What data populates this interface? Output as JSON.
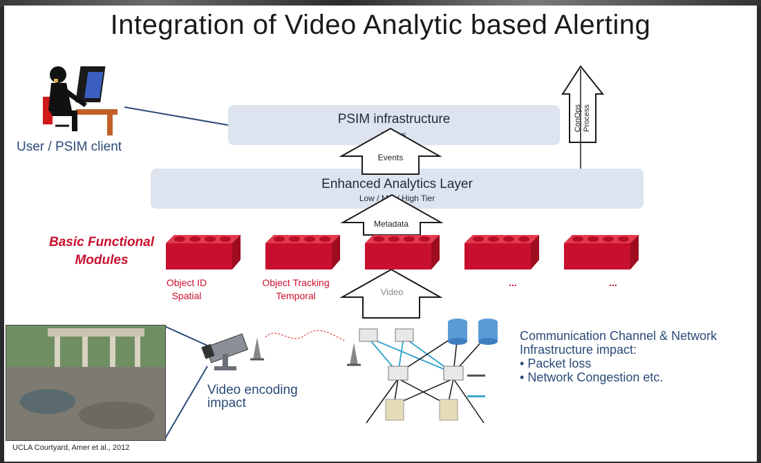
{
  "title": "Integration of Video Analytic based Alerting",
  "user": {
    "label": "User / PSIM client"
  },
  "psim": {
    "title": "PSIM infrastructure",
    "subtitle": "Vidsys"
  },
  "conops": {
    "line1": "ConOps",
    "line2": "Process"
  },
  "analytics": {
    "title": "Enhanced Analytics Layer",
    "subtitle": "Low / Mid / High Tier"
  },
  "arrows": {
    "events": "Events",
    "metadata": "Metadata",
    "video": "Video"
  },
  "modules": {
    "heading": "Basic Functional Modules",
    "items": [
      {
        "line1": "Object ID",
        "line2": "Spatial"
      },
      {
        "line1": "Object Tracking",
        "line2": "Temporal"
      },
      {
        "line1": "",
        "line2": ""
      },
      {
        "line1": "...",
        "line2": ""
      },
      {
        "line1": "...",
        "line2": ""
      }
    ]
  },
  "encoding": {
    "line1": "Video encoding",
    "line2": "impact"
  },
  "network": {
    "heading_line1": "Communication Channel & Network",
    "heading_line2": "Infrastructure impact:",
    "bullets": [
      "Packet loss",
      "Network Congestion etc."
    ]
  },
  "credit": "UCLA Courtyard, Amer et al., 2012",
  "colors": {
    "module_red": "#c8102e",
    "layer_fill": "#dde4ef",
    "text_blue": "#2b4a78"
  }
}
